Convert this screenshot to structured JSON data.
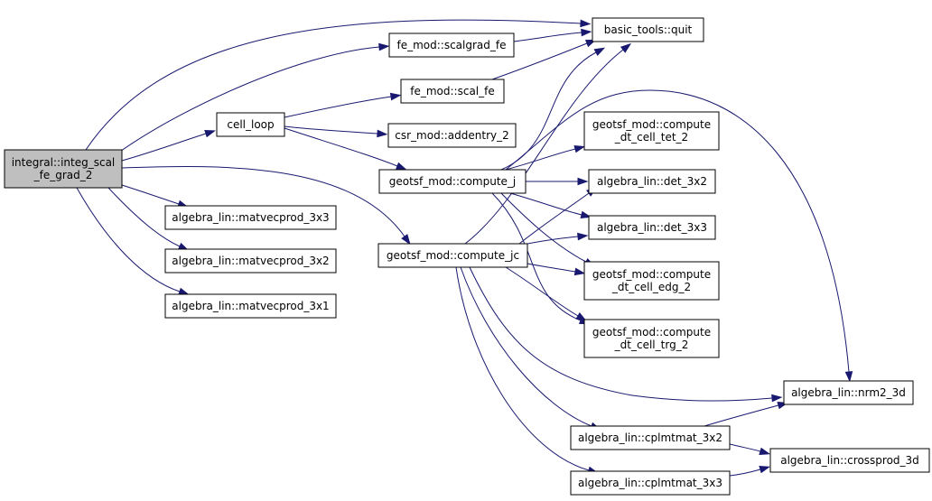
{
  "diagram": {
    "type": "call-graph",
    "edge_color": "#191970",
    "root_fill": "#bfbfbf",
    "nodes": [
      {
        "id": "root",
        "lines": [
          "integral::integ_scal",
          "_fe_grad_2"
        ],
        "highlight": true
      },
      {
        "id": "cell_loop",
        "lines": [
          "cell_loop"
        ]
      },
      {
        "id": "fe_scalgrad",
        "lines": [
          "fe_mod::scalgrad_fe"
        ]
      },
      {
        "id": "fe_scal",
        "lines": [
          "fe_mod::scal_fe"
        ]
      },
      {
        "id": "quit",
        "lines": [
          "basic_tools::quit"
        ]
      },
      {
        "id": "addentry",
        "lines": [
          "csr_mod::addentry_2"
        ]
      },
      {
        "id": "compute_j",
        "lines": [
          "geotsf_mod::compute_j"
        ]
      },
      {
        "id": "compute_jc",
        "lines": [
          "geotsf_mod::compute_jc"
        ]
      },
      {
        "id": "mv3x3",
        "lines": [
          "algebra_lin::matvecprod_3x3"
        ]
      },
      {
        "id": "mv3x2",
        "lines": [
          "algebra_lin::matvecprod_3x2"
        ]
      },
      {
        "id": "mv3x1",
        "lines": [
          "algebra_lin::matvecprod_3x1"
        ]
      },
      {
        "id": "tet2",
        "lines": [
          "geotsf_mod::compute",
          "_dt_cell_tet_2"
        ]
      },
      {
        "id": "det3x2",
        "lines": [
          "algebra_lin::det_3x2"
        ]
      },
      {
        "id": "det3x3",
        "lines": [
          "algebra_lin::det_3x3"
        ]
      },
      {
        "id": "edg2",
        "lines": [
          "geotsf_mod::compute",
          "_dt_cell_edg_2"
        ]
      },
      {
        "id": "trg2",
        "lines": [
          "geotsf_mod::compute",
          "_dt_cell_trg_2"
        ]
      },
      {
        "id": "nrm2",
        "lines": [
          "algebra_lin::nrm2_3d"
        ]
      },
      {
        "id": "cpl3x2",
        "lines": [
          "algebra_lin::cplmtmat_3x2"
        ]
      },
      {
        "id": "cpl3x3",
        "lines": [
          "algebra_lin::cplmtmat_3x3"
        ]
      },
      {
        "id": "cross",
        "lines": [
          "algebra_lin::crossprod_3d"
        ]
      }
    ],
    "edges": [
      {
        "from": "root",
        "to": "quit"
      },
      {
        "from": "root",
        "to": "fe_scalgrad"
      },
      {
        "from": "root",
        "to": "cell_loop"
      },
      {
        "from": "root",
        "to": "compute_jc"
      },
      {
        "from": "root",
        "to": "mv3x3"
      },
      {
        "from": "root",
        "to": "mv3x2"
      },
      {
        "from": "root",
        "to": "mv3x1"
      },
      {
        "from": "fe_scalgrad",
        "to": "quit"
      },
      {
        "from": "cell_loop",
        "to": "fe_scal"
      },
      {
        "from": "cell_loop",
        "to": "addentry"
      },
      {
        "from": "cell_loop",
        "to": "compute_j"
      },
      {
        "from": "fe_scal",
        "to": "quit"
      },
      {
        "from": "compute_j",
        "to": "quit"
      },
      {
        "from": "compute_j",
        "to": "tet2"
      },
      {
        "from": "compute_j",
        "to": "det3x2"
      },
      {
        "from": "compute_j",
        "to": "det3x3"
      },
      {
        "from": "compute_j",
        "to": "edg2"
      },
      {
        "from": "compute_j",
        "to": "trg2"
      },
      {
        "from": "compute_j",
        "to": "nrm2"
      },
      {
        "from": "compute_jc",
        "to": "quit"
      },
      {
        "from": "compute_jc",
        "to": "det3x2"
      },
      {
        "from": "compute_jc",
        "to": "det3x3"
      },
      {
        "from": "compute_jc",
        "to": "edg2"
      },
      {
        "from": "compute_jc",
        "to": "trg2"
      },
      {
        "from": "compute_jc",
        "to": "nrm2"
      },
      {
        "from": "compute_jc",
        "to": "cpl3x2"
      },
      {
        "from": "compute_jc",
        "to": "cpl3x3"
      },
      {
        "from": "cpl3x2",
        "to": "nrm2"
      },
      {
        "from": "cpl3x2",
        "to": "cross"
      },
      {
        "from": "cpl3x3",
        "to": "cross"
      }
    ]
  }
}
